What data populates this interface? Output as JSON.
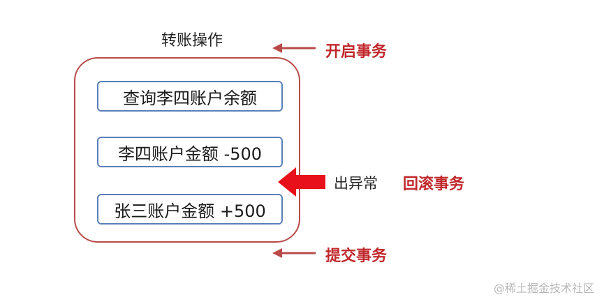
{
  "diagram": {
    "title": "转账操作",
    "steps": [
      {
        "label": "查询李四账户余额"
      },
      {
        "label": "李四账户金额 -500"
      },
      {
        "label": "张三账户金额 +500"
      }
    ],
    "annotations": {
      "begin": "开启事务",
      "exception": "出异常",
      "rollback": "回滚事务",
      "commit": "提交事务"
    },
    "colors": {
      "frame": "#b94a4a",
      "step_border": "#5b7fb8",
      "annotation_text": "#c0282c",
      "exception_arrow": "#e8101a"
    }
  },
  "watermark": "@稀土掘金技术社区"
}
